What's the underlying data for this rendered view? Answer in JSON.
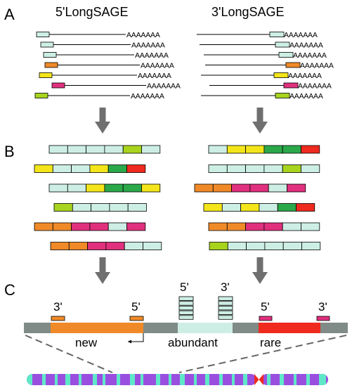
{
  "panels": [
    "A",
    "B",
    "C"
  ],
  "headings": [
    "5'LongSAGE",
    "3'LongSAGE"
  ],
  "poly_a": "AAAAAAA",
  "prime_labels": {
    "five": "5'",
    "three": "3'"
  },
  "gene_labels": [
    "new",
    "abundant",
    "rare"
  ],
  "colors": {
    "mint": "#cdeee4",
    "yellow": "#f3e51a",
    "green": "#2ba84a",
    "lime": "#a8d41e",
    "red": "#ef2a1f",
    "orange": "#f08a28",
    "pink": "#e0307e",
    "arrow": "#6f6f6f",
    "genome_gray": "#808a86",
    "chromosome_purple": "#9a4ee0",
    "chromosome_teal": "#5fe8c8"
  },
  "panel_a": {
    "left_transcripts": [
      {
        "tag_color": "mint"
      },
      {
        "tag_color": "mint"
      },
      {
        "tag_color": "mint"
      },
      {
        "tag_color": "orange"
      },
      {
        "tag_color": "yellow"
      },
      {
        "tag_color": "pink"
      },
      {
        "tag_color": "lime"
      }
    ],
    "right_transcripts": [
      {
        "tag_color": "mint"
      },
      {
        "tag_color": "mint"
      },
      {
        "tag_color": "mint"
      },
      {
        "tag_color": "orange"
      },
      {
        "tag_color": "yellow"
      },
      {
        "tag_color": "pink"
      },
      {
        "tag_color": "lime"
      }
    ]
  },
  "panel_b": {
    "left_concatemers": [
      [
        "mint",
        "mint",
        "mint",
        "mint",
        "lime",
        "mint"
      ],
      [
        "yellow",
        "mint",
        "mint",
        "yellow",
        "green",
        "red"
      ],
      [
        "mint",
        "mint",
        "yellow",
        "green",
        "green",
        "yellow"
      ],
      [
        "lime",
        "mint",
        "mint",
        "mint",
        "mint"
      ],
      [
        "orange",
        "orange",
        "pink",
        "pink",
        "mint",
        "pink"
      ],
      [
        "orange",
        "orange",
        "pink",
        "pink",
        "mint",
        "mint"
      ]
    ],
    "right_concatemers": [
      [
        "mint",
        "yellow",
        "yellow",
        "green",
        "green",
        "red"
      ],
      [
        "mint",
        "mint",
        "mint",
        "mint",
        "lime",
        "mint"
      ],
      [
        "orange",
        "orange",
        "pink",
        "pink",
        "mint",
        "pink"
      ],
      [
        "yellow",
        "mint",
        "yellow",
        "mint",
        "green",
        "red"
      ],
      [
        "orange",
        "orange",
        "pink",
        "pink",
        "mint",
        "mint"
      ],
      [
        "lime",
        "mint",
        "mint",
        "mint",
        "mint",
        "mint"
      ]
    ]
  }
}
